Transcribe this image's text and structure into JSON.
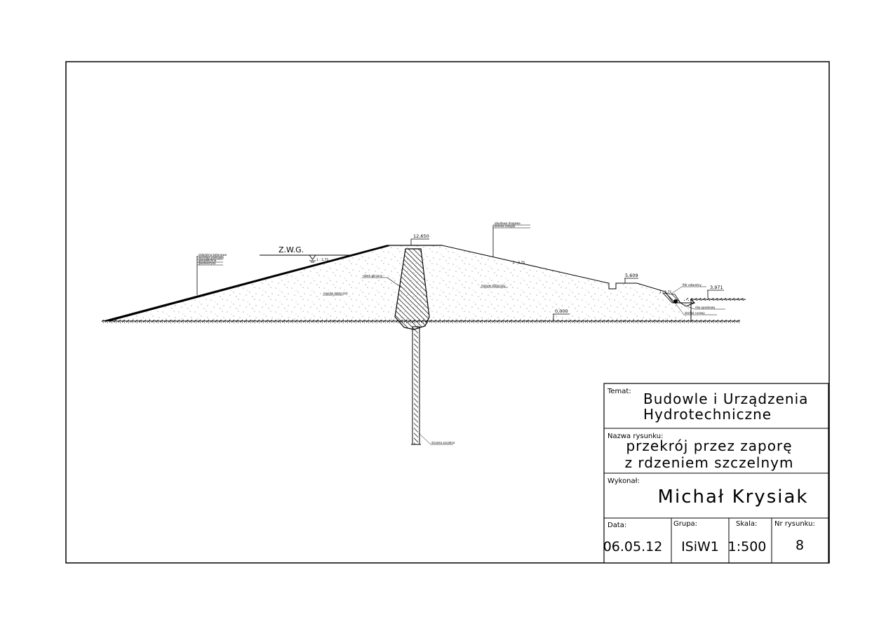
{
  "annotations": {
    "zwg": "Z.W.G.",
    "slope_upstream": "1 : 2,75",
    "slope_downstream": "1 : 2,75",
    "slope_drain": "1 : 2,75",
    "crest_elev": "12,650",
    "berm_elev": "5,609",
    "tail_elev": "3,971",
    "ground_elev": "0,000",
    "upstream_lining": [
      "okładzina betonowa",
      "warstwa podsypki",
      "geowłóknina",
      "geotekstylia"
    ],
    "core": "rdzeń gliniany",
    "fill_left": "masyw statyczny",
    "fill_right": "masyw statyczny",
    "crest_road": [
      "obudowa drogowa",
      "korona nasypu"
    ],
    "filter": "filtr odwrotny",
    "ditch": "rów opaskowy",
    "drain": "drenaż rurowy",
    "cutoff": "ścianka szczelna"
  },
  "title_block": {
    "topic_label": "Temat:",
    "topic_line1": "Budowle i Urządzenia",
    "topic_line2": "Hydrotechniczne",
    "drawing_label": "Nazwa rysunku:",
    "drawing_line1": "przekrój przez zaporę",
    "drawing_line2": "z rdzeniem szczelnym",
    "author_label": "Wykonał:",
    "author": "Michał Krysiak",
    "date_label": "Data:",
    "date": "06.05.12",
    "group_label": "Grupa:",
    "group": "ISiW1",
    "scale_label": "Skala:",
    "scale": "1:500",
    "number_label": "Nr rysunku:",
    "number": "8"
  }
}
